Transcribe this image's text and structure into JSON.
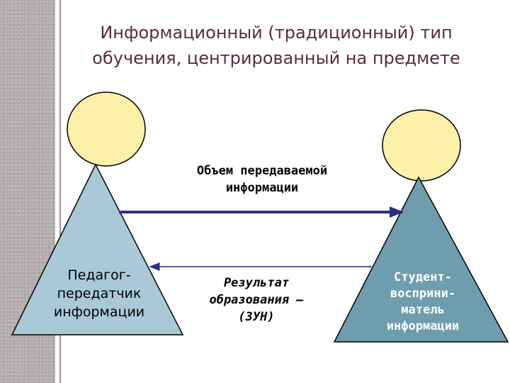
{
  "title": {
    "line1": "Информационный (традиционный) тип",
    "line2": "обучения, центрированный  на предмете"
  },
  "labels": {
    "volume": {
      "line1": "Объем передаваемой",
      "line2": "информации"
    },
    "teacher": {
      "line1": "Педагог-",
      "line2": "передатчик",
      "line3": "информации"
    },
    "result": {
      "line1": "Результат",
      "line2": "образования –",
      "line3": "(ЗУН)"
    },
    "student": {
      "line1": "Студент-",
      "line2": "восприни-",
      "line3": "матель",
      "line4": "информации"
    }
  },
  "colors": {
    "title": "#5a2a43",
    "head_fill": "#fdf0a8",
    "left_triangle": "#a9c9d9",
    "right_triangle": "#6e9eae",
    "arrow_thick": "#2b2f88",
    "arrow_thin": "#2b2f88"
  }
}
